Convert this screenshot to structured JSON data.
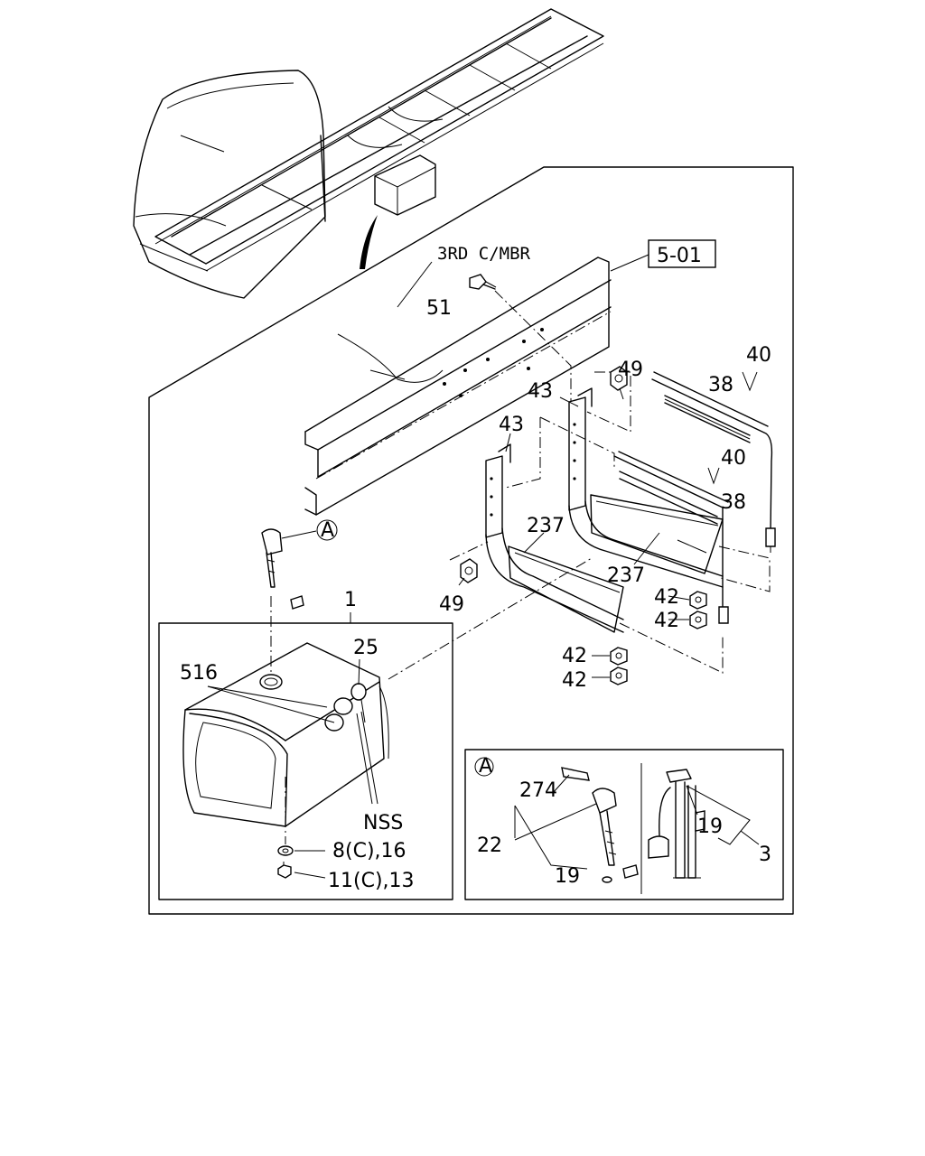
{
  "labels": {
    "member": "3RD C/MBR",
    "ref": "5-01",
    "p51": "51",
    "p49a": "49",
    "p49b": "49",
    "p43a": "43",
    "p43b": "43",
    "p40a": "40",
    "p40b": "40",
    "p38a": "38",
    "p38b": "38",
    "p237a": "237",
    "p237b": "237",
    "p42a": "42",
    "p42b": "42",
    "p42c": "42",
    "p42d": "42",
    "p1": "1",
    "p25": "25",
    "p516": "516",
    "nss": "NSS",
    "p8": "8(C),16",
    "p11": "11(C),13",
    "marker": "A",
    "detail_marker": "A",
    "p274": "274",
    "p22": "22",
    "p19a": "19",
    "p19b": "19",
    "p3": "3"
  }
}
